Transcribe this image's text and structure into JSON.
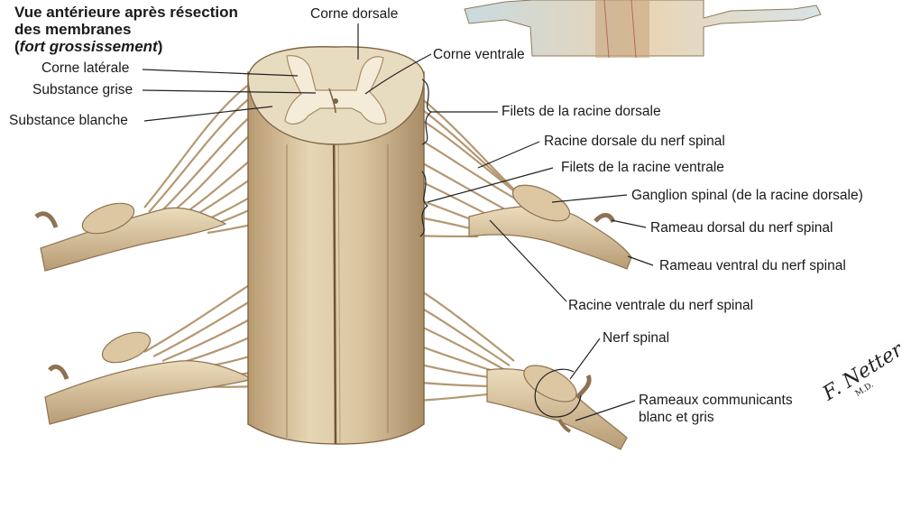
{
  "title": {
    "line1": "Vue antérieure après résection",
    "line2": "des membranes",
    "line3_open": "(",
    "line3_italic": "fort grossissement",
    "line3_close": ")"
  },
  "labels": {
    "corne_dorsale": "Corne dorsale",
    "corne_ventrale": "Corne ventrale",
    "corne_laterale": "Corne latérale",
    "substance_grise": "Substance grise",
    "substance_blanche": "Substance blanche",
    "filets_racine_dorsale": "Filets de la racine dorsale",
    "racine_dorsale": "Racine dorsale du nerf spinal",
    "filets_racine_ventrale": "Filets de la racine ventrale",
    "ganglion_spinal": "Ganglion spinal (de la racine dorsale)",
    "rameau_dorsal": "Rameau dorsal du nerf spinal",
    "rameau_ventral": "Rameau ventral du nerf spinal",
    "racine_ventrale": "Racine ventrale du nerf spinal",
    "nerf_spinal": "Nerf spinal",
    "rameaux_communicants_1": "Rameaux communicants",
    "rameaux_communicants_2": "blanc et gris"
  },
  "signature": {
    "name": "F. Netter",
    "suffix": "M.D."
  },
  "colors": {
    "cord_light": "#e3d2b0",
    "cord_mid": "#cdb48c",
    "cord_dark": "#a88c66",
    "grey_matter": "#ede2c8",
    "nerve": "#d8c39e",
    "nerve_dark": "#9c8460",
    "leader": "#222222"
  }
}
